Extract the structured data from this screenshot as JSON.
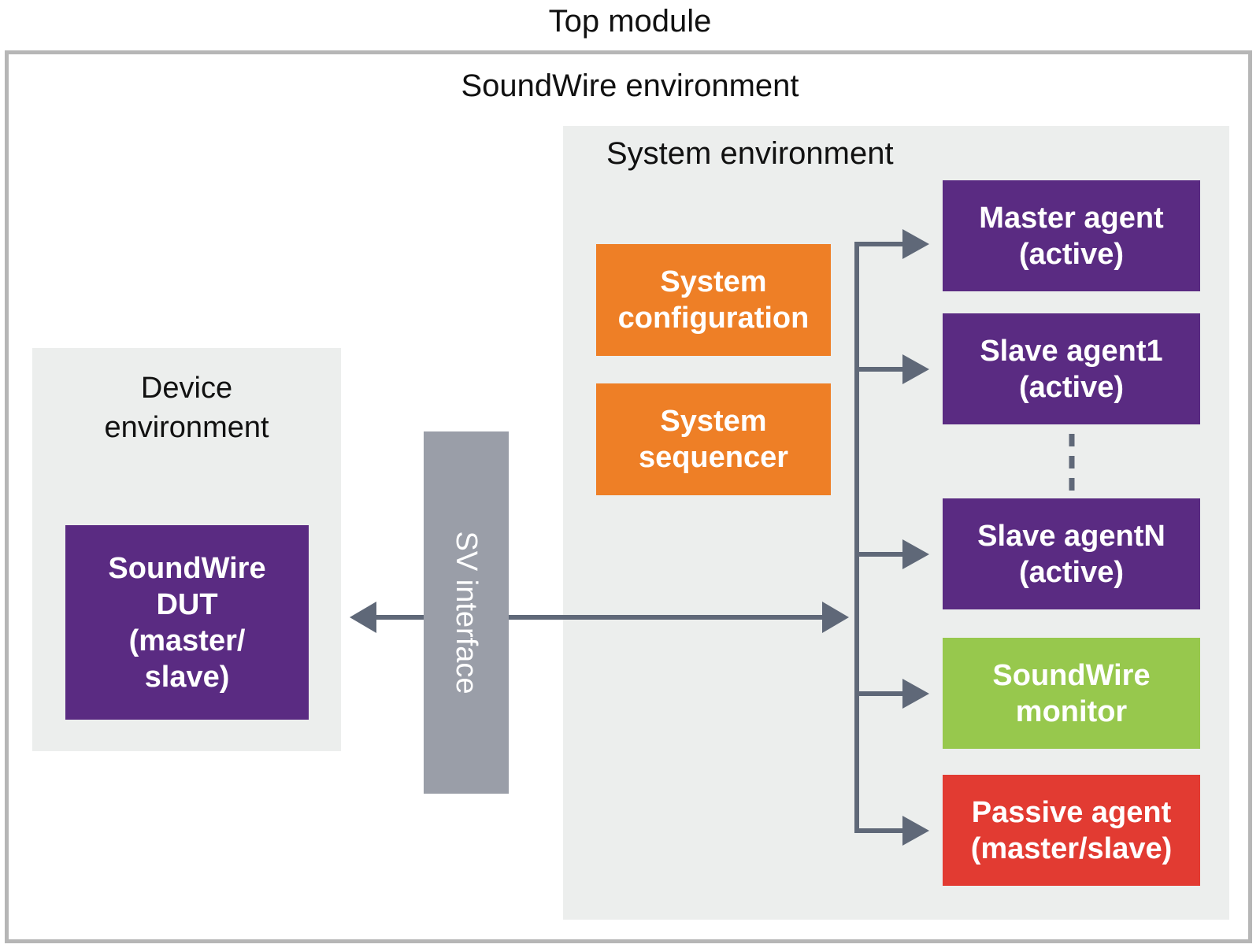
{
  "titles": {
    "top_module": "Top module",
    "soundwire_environment": "SoundWire environment",
    "system_environment": "System environment",
    "device_environment": [
      "Device",
      "environment"
    ],
    "sv_interface": "SV interface"
  },
  "blocks": {
    "dut": {
      "lines": [
        "SoundWire",
        "DUT",
        "(master/",
        "slave)"
      ],
      "color": "#5a2b82"
    },
    "system_configuration": {
      "lines": [
        "System",
        "configuration"
      ],
      "color": "#ee7f26"
    },
    "system_sequencer": {
      "lines": [
        "System",
        "sequencer"
      ],
      "color": "#ee7f26"
    },
    "master_agent": {
      "lines": [
        "Master agent",
        "(active)"
      ],
      "color": "#5a2b82"
    },
    "slave_agent_1": {
      "lines": [
        "Slave agent1",
        "(active)"
      ],
      "color": "#5a2b82"
    },
    "slave_agent_n": {
      "lines": [
        "Slave agentN",
        "(active)"
      ],
      "color": "#5a2b82"
    },
    "soundwire_monitor": {
      "lines": [
        "SoundWire",
        "monitor"
      ],
      "color": "#97c84d"
    },
    "passive_agent": {
      "lines": [
        "Passive agent",
        "(master/slave)"
      ],
      "color": "#e23b32"
    }
  },
  "colors": {
    "frame": "#b6b6b6",
    "panel": "#eceeed",
    "interface_bar": "#9a9ea8",
    "connector": "#5f6878"
  }
}
